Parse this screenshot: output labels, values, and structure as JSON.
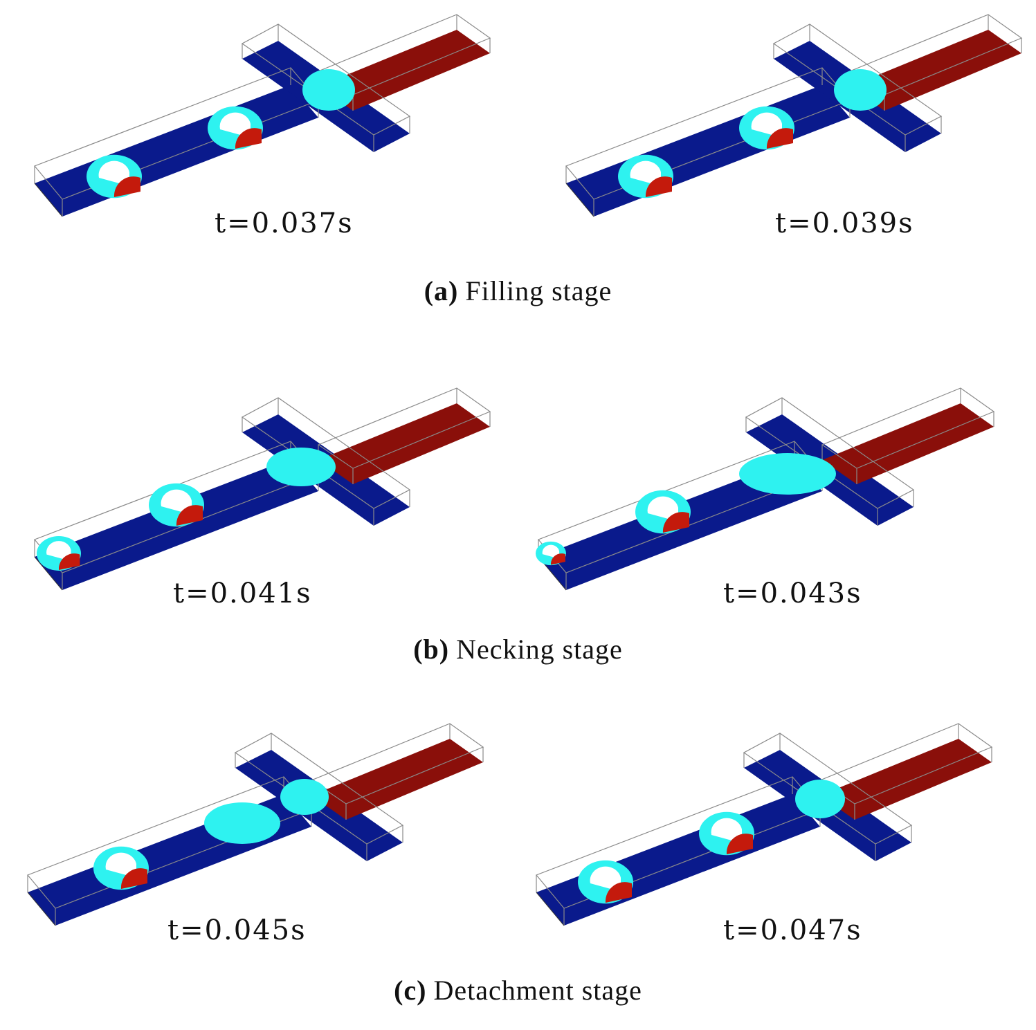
{
  "colors": {
    "continuous_phase": "#0a1a8c",
    "dispersed_inlet": "#8a0f0a",
    "interface": "#2ef2f0",
    "droplet_core": "#ffffff",
    "droplet_rim": "#c41a0c",
    "frame_line": "#8a8a8a"
  },
  "rows": [
    {
      "caption_letter": "(a)",
      "caption_text": "Filling stage",
      "panels": [
        {
          "time": "t=0.037s",
          "stage": "filling"
        },
        {
          "time": "t=0.039s",
          "stage": "filling"
        }
      ]
    },
    {
      "caption_letter": "(b)",
      "caption_text": "Necking stage",
      "panels": [
        {
          "time": "t=0.041s",
          "stage": "necking-early"
        },
        {
          "time": "t=0.043s",
          "stage": "necking-late"
        }
      ]
    },
    {
      "caption_letter": "(c)",
      "caption_text": "Detachment stage",
      "panels": [
        {
          "time": "t=0.045s",
          "stage": "detachment"
        },
        {
          "time": "t=0.047s",
          "stage": "detached"
        }
      ]
    }
  ]
}
